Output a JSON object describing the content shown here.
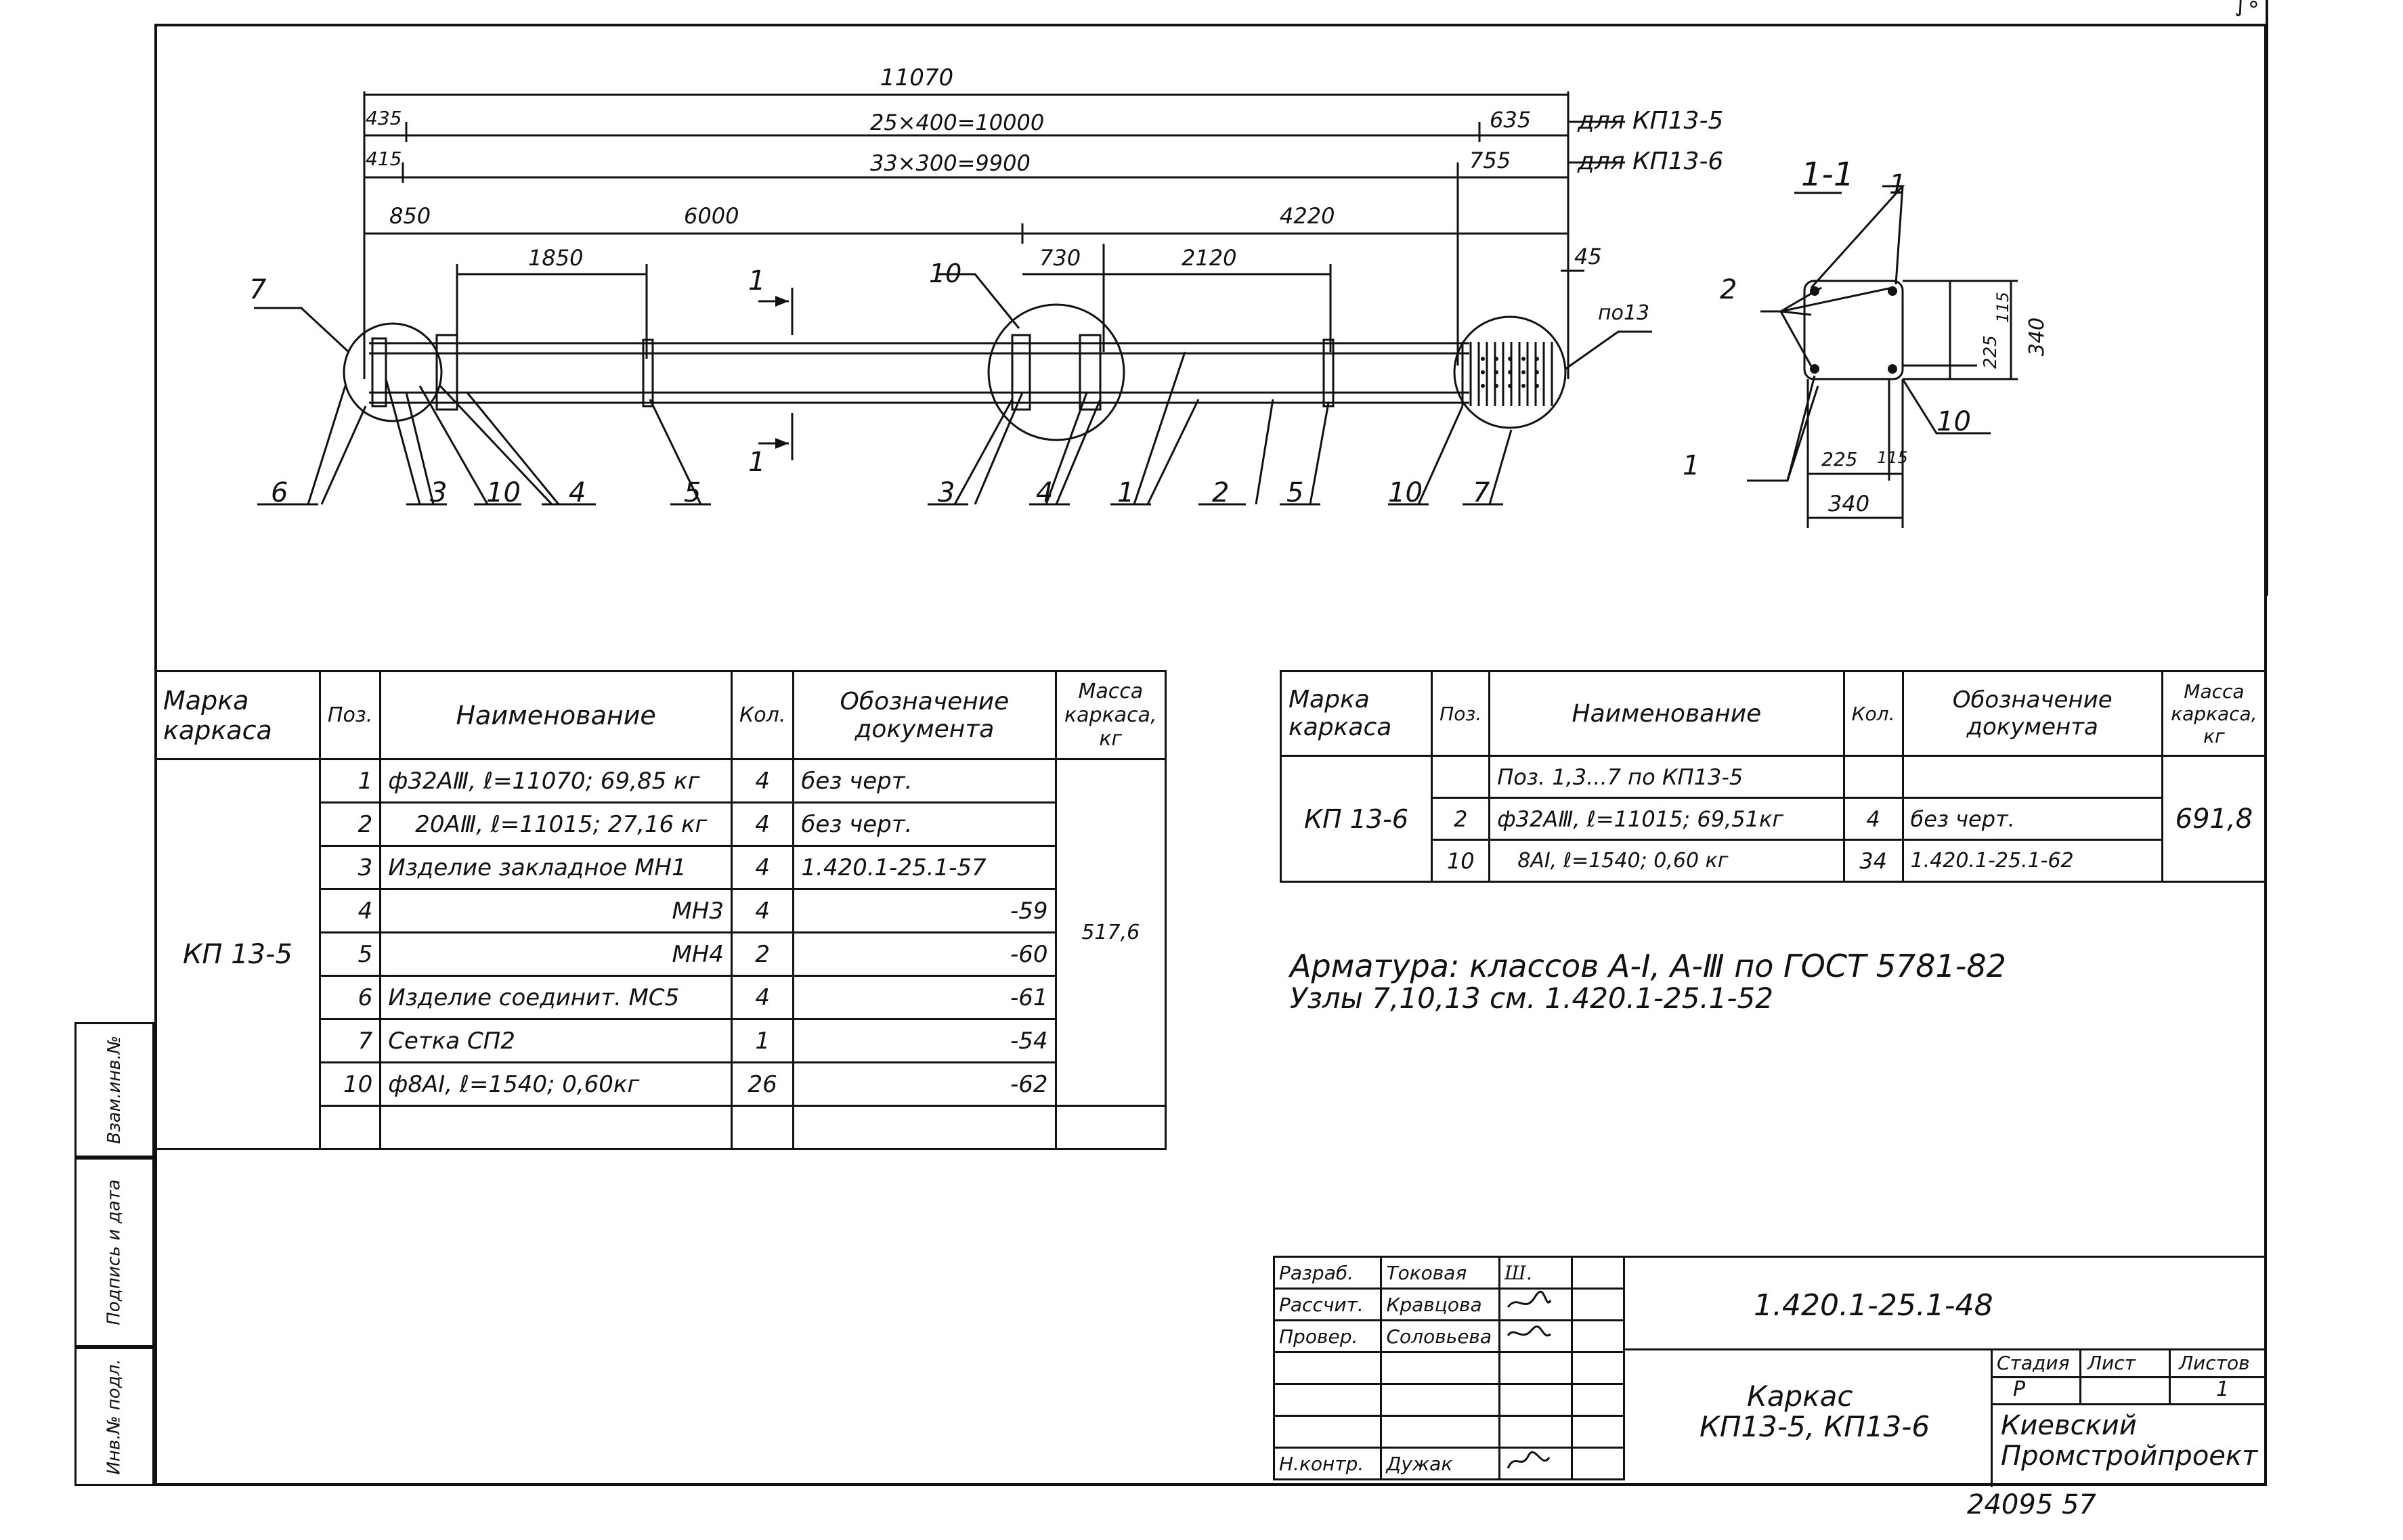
{
  "top_right_mark": "∫∘",
  "drawing": {
    "overall_length": "11070",
    "dim_435": "435",
    "dim_415": "415",
    "spacing_kp5": "25×400=10000",
    "spacing_kp6": "33×300=9900",
    "dim_635": "635",
    "dim_755": "755",
    "for_kp5": "для КП13-5",
    "for_kp6": "для КП13-6",
    "dim_850": "850",
    "dim_6000": "6000",
    "dim_4220": "4220",
    "dim_1850": "1850",
    "dim_730": "730",
    "dim_2120": "2120",
    "dim_45": "45",
    "node_13": "по13",
    "section_mark": "1",
    "leaders": {
      "l7a": "7",
      "l6": "6",
      "l3a": "3",
      "l10a": "10",
      "l4a": "4",
      "l5a": "5",
      "l10b": "10",
      "l3b": "3",
      "l4b": "4",
      "l1": "1",
      "l2": "2",
      "l5b": "5",
      "l10c": "10",
      "l7b": "7"
    }
  },
  "section": {
    "title": "1-1",
    "l1_top": "1",
    "l2": "2",
    "l1_bot": "1",
    "l10": "10",
    "v225": "225",
    "v115": "115",
    "v340": "340",
    "h225": "225",
    "h115": "115",
    "h340": "340"
  },
  "table1": {
    "headers": [
      "Марка каркаса",
      "Поз.",
      "Наименование",
      "Кол.",
      "Обозначение документа",
      "Масса каркаса, кг"
    ],
    "mark": "КП 13-5",
    "mass": "517,6",
    "rows": [
      {
        "pos": "1",
        "name": "ф32АⅢ, ℓ=11070; 69,85 кг",
        "qty": "4",
        "doc": "без черт."
      },
      {
        "pos": "2",
        "name": "20АⅢ, ℓ=11015; 27,16 кг",
        "qty": "4",
        "doc": "без черт."
      },
      {
        "pos": "3",
        "name": "Изделие закладное МН1",
        "qty": "4",
        "doc": "1.420.1-25.1-57"
      },
      {
        "pos": "4",
        "name": "МН3",
        "qty": "4",
        "doc": "-59"
      },
      {
        "pos": "5",
        "name": "МН4",
        "qty": "2",
        "doc": "-60"
      },
      {
        "pos": "6",
        "name": "Изделие соединит. МС5",
        "qty": "4",
        "doc": "-61"
      },
      {
        "pos": "7",
        "name": "Сетка СП2",
        "qty": "1",
        "doc": "-54"
      },
      {
        "pos": "10",
        "name": "ф8АⅠ, ℓ=1540; 0,60кг",
        "qty": "26",
        "doc": "-62"
      },
      {
        "pos": "",
        "name": "",
        "qty": "",
        "doc": ""
      }
    ]
  },
  "table2": {
    "headers": [
      "Марка каркаса",
      "Поз.",
      "Наименование",
      "Кол.",
      "Обозначение документа",
      "Масса каркаса, кг"
    ],
    "mark": "КП 13-6",
    "mass": "691,8",
    "rows": [
      {
        "pos": "",
        "name": "Поз. 1,3...7 по КП13-5",
        "qty": "",
        "doc": ""
      },
      {
        "pos": "2",
        "name": "ф32АⅢ, ℓ=11015; 69,51кг",
        "qty": "4",
        "doc": "без черт."
      },
      {
        "pos": "10",
        "name": "8АⅠ, ℓ=1540; 0,60 кг",
        "qty": "34",
        "doc": "1.420.1-25.1-62"
      }
    ]
  },
  "notes": {
    "line1": "Арматура: классов А-Ⅰ, А-Ⅲ по ГОСТ 5781-82",
    "line2": "Узлы 7,10,13 см. 1.420.1-25.1-52"
  },
  "side_stamp": {
    "c1": "Взам.инв.№",
    "c2": "Подпись и дата",
    "c3": "Инв.№ подл."
  },
  "title_block": {
    "roles": [
      {
        "role": "Разраб.",
        "name": "Токовая"
      },
      {
        "role": "Рассчит.",
        "name": "Кравцова"
      },
      {
        "role": "Провер.",
        "name": "Соловьева"
      },
      {
        "role": "",
        "name": ""
      },
      {
        "role": "",
        "name": ""
      },
      {
        "role": "",
        "name": ""
      },
      {
        "role": "Н.контр.",
        "name": "Дужак"
      }
    ],
    "code": "1.420.1-25.1-48",
    "title": "Каркас",
    "subtitle": "КП13-5, КП13-6",
    "stage_h": "Стадия",
    "sheet_h": "Лист",
    "sheets_h": "Листов",
    "stage": "Р",
    "sheets": "1",
    "org1": "Киевский",
    "org2": "Промстройпроект"
  },
  "footer": "24095 57"
}
